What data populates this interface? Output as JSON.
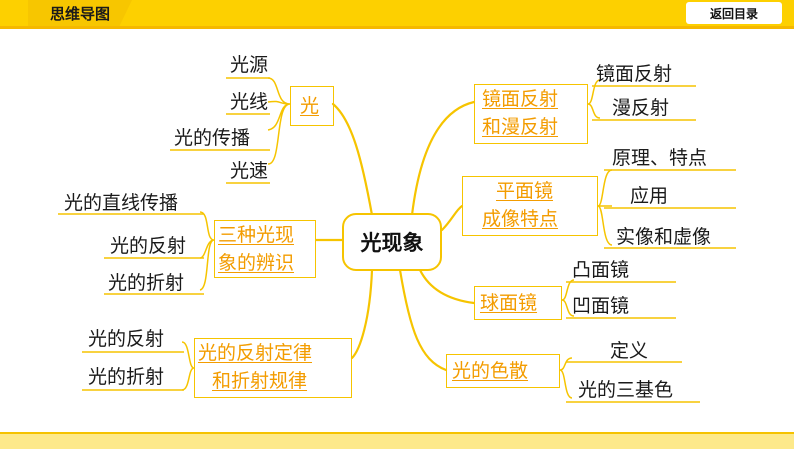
{
  "header": {
    "title": "思维导图",
    "back_label": "返回目录"
  },
  "center": "光现象",
  "left": [
    {
      "label": "光",
      "items": [
        "光源",
        "光线",
        "光的传播",
        "光速"
      ]
    },
    {
      "label_lines": [
        "三种光现",
        "象的辨识"
      ],
      "items": [
        "光的直线传播",
        "光的反射",
        "光的折射"
      ]
    },
    {
      "label_lines": [
        "光的反射定律",
        "和折射规律"
      ],
      "items": [
        "光的反射",
        "光的折射"
      ]
    }
  ],
  "right": [
    {
      "label_lines": [
        "镜面反射",
        "和漫反射"
      ],
      "items": [
        "镜面反射",
        "漫反射"
      ]
    },
    {
      "label_lines": [
        "平面镜",
        "成像特点"
      ],
      "items": [
        "原理、特点",
        "应用",
        "实像和虚像"
      ]
    },
    {
      "label": "球面镜",
      "items": [
        "凸面镜",
        "凹面镜"
      ]
    },
    {
      "label": "光的色散",
      "items": [
        "定义",
        "光的三基色"
      ]
    }
  ],
  "colors": {
    "accent": "#f6c400",
    "branch_text": "#f39c00",
    "header": "#fdd000"
  }
}
